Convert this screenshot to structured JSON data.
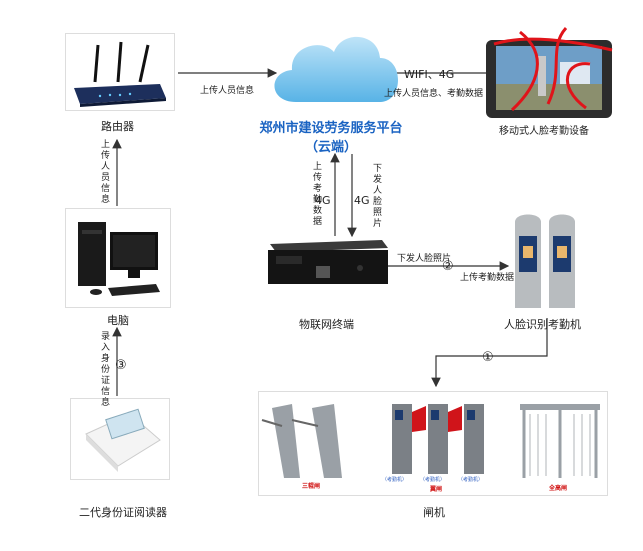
{
  "cloud": {
    "title": "郑州市建设劳务服务平台",
    "subtitle": "（云端）"
  },
  "nodes": {
    "router": "路由器",
    "pc": "电脑",
    "id_reader": "二代身份证阅读器",
    "iot_terminal": "物联网终端",
    "face_terminal": "人脸识别考勤机",
    "gate": "闸机",
    "mobile_device": "移动式人脸考勤设备"
  },
  "edges": {
    "router_to_cloud": "上传人员信息",
    "mobile_net": "WIFI、4G",
    "mobile_to_cloud": "上传人员信息、考勤数据",
    "pc_to_router": "上传人员信息",
    "reader_to_pc": "录入身份证信息",
    "step3": "③",
    "iot_up_net": "4G",
    "iot_up": "上传考勤数据",
    "cloud_down_net": "4G",
    "cloud_down": "下发人脸照片",
    "to_face": "下发人脸照片",
    "step2": "②",
    "from_face": "上传考勤数据",
    "step1": "①"
  },
  "gates": {
    "left": "三辊闸",
    "middle": "翼闸",
    "right": "全高闸",
    "small_tag": "（考勤机）"
  }
}
